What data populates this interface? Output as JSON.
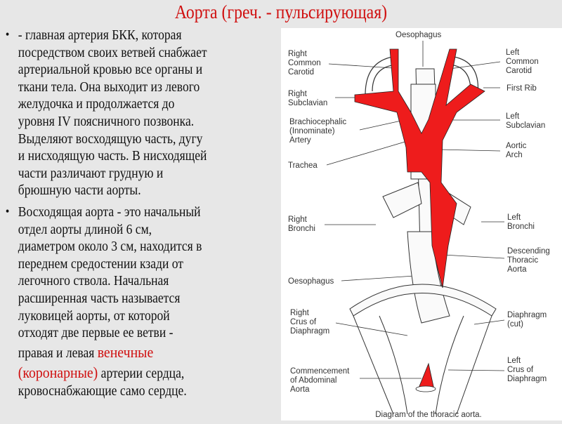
{
  "title": "Аорта (греч. - пульсирующая)",
  "paragraphs": [
    {
      "lines": [
        "- главная артерия БКК, которая",
        "посредством своих ветвей снабжает",
        "артериальной кровью все органы и",
        "ткани тела. Она выходит из левого",
        "желудочка и продолжается до",
        "уровня IV поясничного позвонка.",
        "Выделяют восходящую часть, дугу",
        "и нисходящую часть. В нисходящей",
        "части различают грудную и",
        "брюшную части аорты."
      ]
    },
    {
      "lines": [
        "Восходящая аорта - это начальный",
        "отдел аорты длиной 6 см,",
        "диаметром около 3 см, находится в",
        "переднем средостении кзади от",
        "легочного ствола. Начальная",
        "расширенная часть  называется",
        "луковицей аорты, от которой",
        "отходят две первые ее ветви -"
      ],
      "line9_pre": "правая и левая ",
      "line9_red": "венечные",
      "line10_red": "(коронарные)",
      "line10_post": " артерии сердца,",
      "line11": "кровоснабжающие само сердце."
    }
  ],
  "diagram": {
    "caption": "Diagram of the thoracic aorta.",
    "labels": {
      "oesophagus_top": "Oesophagus",
      "right_common_carotid": [
        "Right",
        "Common",
        "Carotid"
      ],
      "left_common_carotid": [
        "Left",
        "Common",
        "Carotid"
      ],
      "first_rib": "First Rib",
      "right_subclavian": [
        "Right",
        "Subclavian"
      ],
      "left_subclavian": [
        "Left",
        "Subclavian"
      ],
      "brachiocephalic": [
        "Brachiocephalic",
        "(Innominate)",
        "Artery"
      ],
      "aortic_arch": [
        "Aortic",
        "Arch"
      ],
      "trachea": "Trachea",
      "right_bronchi": [
        "Right",
        "Bronchi"
      ],
      "left_bronchi": [
        "Left",
        "Bronchi"
      ],
      "descending": [
        "Descending",
        "Thoracic",
        "Aorta"
      ],
      "oesophagus": "Oesophagus",
      "right_crus": [
        "Right",
        "Crus of",
        "Diaphragm"
      ],
      "diaphragm_cut": [
        "Diaphragm",
        "(cut)"
      ],
      "left_crus": [
        "Left",
        "Crus of",
        "Diaphragm"
      ],
      "abdominal": [
        "Commencement",
        "of Abdominal",
        "Aorta"
      ]
    }
  },
  "colors": {
    "title": "#d01010",
    "aorta": "#ee1c1c"
  }
}
